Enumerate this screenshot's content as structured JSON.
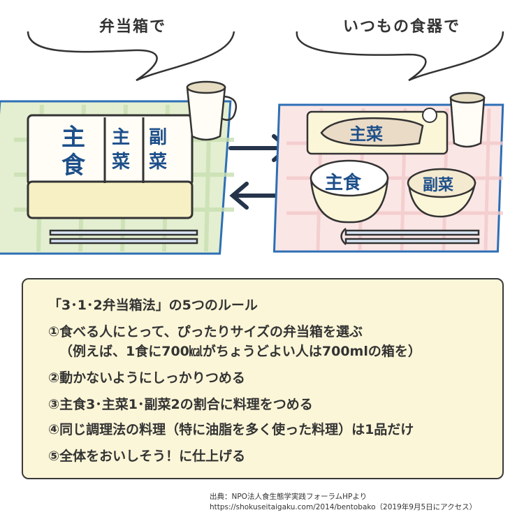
{
  "headings": {
    "left": "弁当箱で",
    "right": "いつもの食器で"
  },
  "bento": {
    "main_food": [
      "主",
      "食"
    ],
    "main_dish": [
      "主",
      "菜"
    ],
    "side_dish": [
      "副",
      "菜"
    ]
  },
  "tableware": {
    "fish": "主菜",
    "rice": "主食",
    "side": "副菜"
  },
  "rules": {
    "title": "「3･1･2弁当箱法」の5つのルール",
    "items": [
      "①食べる人にとって、ぴったりサイズの弁当箱を選ぶ",
      "（例えば、1食に700㎉がちょうどよい人は700mlの箱を）",
      "②動かないようにしっかりつめる",
      "③主食3･主菜1･副菜2の割合に料理をつめる",
      "④同じ調理法の料理（特に油脂を多く使った料理）は1品だけ",
      "⑤全体をおいしそう！に仕上げる"
    ]
  },
  "source": {
    "line1": "出典：NPO法人食生態学実践フォーラムHPより",
    "line2": "https://shokuseitaigaku.com/2014/bentobako（2019年9月5日にアクセス）"
  },
  "colors": {
    "label_blue": "#1d4f8a",
    "mat_left": "#e3efd0",
    "mat_right": "#fbe6e6",
    "mat_border": "#2d6fb5",
    "box_fill": "#fbf6d8",
    "arrow": "#25344a"
  }
}
